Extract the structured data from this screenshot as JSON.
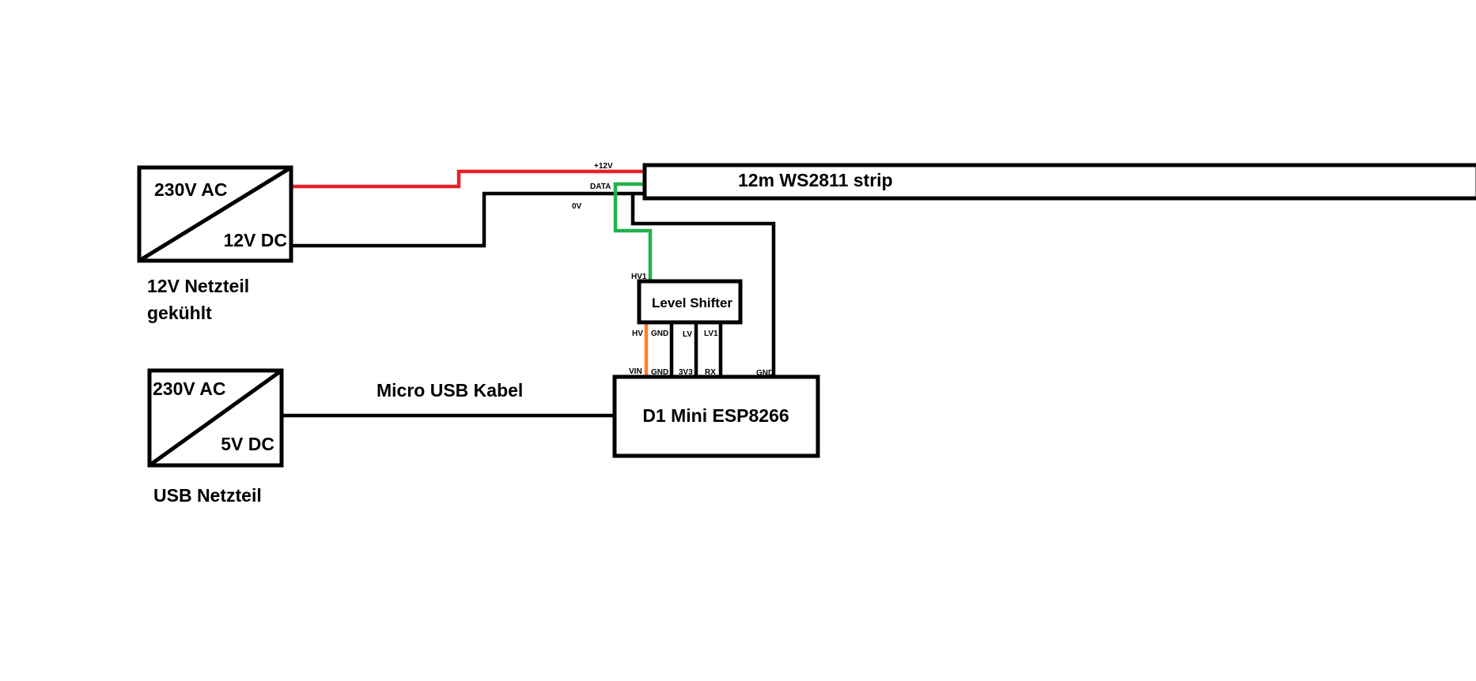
{
  "colors": {
    "background": "#ffffff",
    "line": "#000000",
    "wire_12v": "#e8202a",
    "wire_data": "#22b14c",
    "wire_vin": "#ff7f27"
  },
  "psu_12v": {
    "input_label": "230V AC",
    "output_label": "12V DC",
    "caption_line1": "12V Netzteil",
    "caption_line2": "gekühlt"
  },
  "psu_usb": {
    "input_label": "230V AC",
    "output_label": "5V DC",
    "caption": "USB Netzteil"
  },
  "cable_label": "Micro USB Kabel",
  "strip": {
    "label": "12m WS2811 strip",
    "pin_12v": "+12V",
    "pin_data": "DATA",
    "pin_0v": "0V"
  },
  "level_shifter": {
    "label": "Level Shifter",
    "pin_hv1": "HV1",
    "pin_hv": "HV",
    "pin_gnd": "GND",
    "pin_lv": "LV",
    "pin_lv1": "LV1"
  },
  "d1_mini": {
    "label": "D1 Mini ESP8266",
    "pin_vin": "VIN",
    "pin_gnd": "GND",
    "pin_3v3": "3V3",
    "pin_rx": "RX",
    "pin_gnd2": "GND"
  }
}
